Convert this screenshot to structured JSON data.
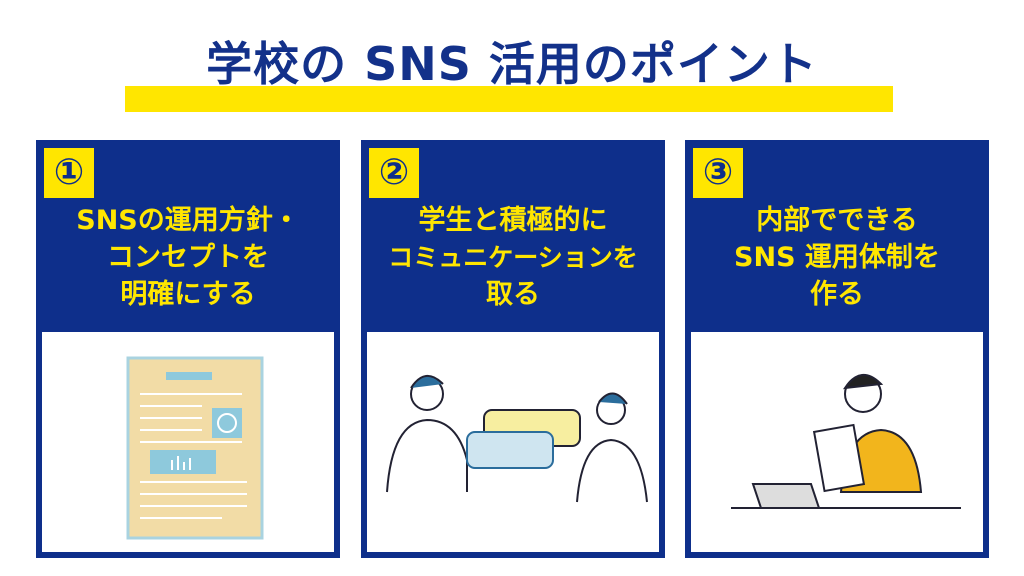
{
  "title": "学校の SNS 活用のポイント",
  "colors": {
    "brand_blue": "#0e2f8b",
    "accent_yellow": "#ffe600"
  },
  "cards": [
    {
      "number": "①",
      "lines": [
        "SNSの運用方針・",
        "コンセプトを",
        "明確にする"
      ],
      "illustration": "document-with-charts"
    },
    {
      "number": "②",
      "lines": [
        "学生と積極的に",
        "コミュニケーションを",
        "取る"
      ],
      "illustration": "two-people-talking"
    },
    {
      "number": "③",
      "lines": [
        "内部でできる",
        "SNS 運用体制を",
        "作る"
      ],
      "illustration": "businessman-reading-document-laptop"
    }
  ]
}
